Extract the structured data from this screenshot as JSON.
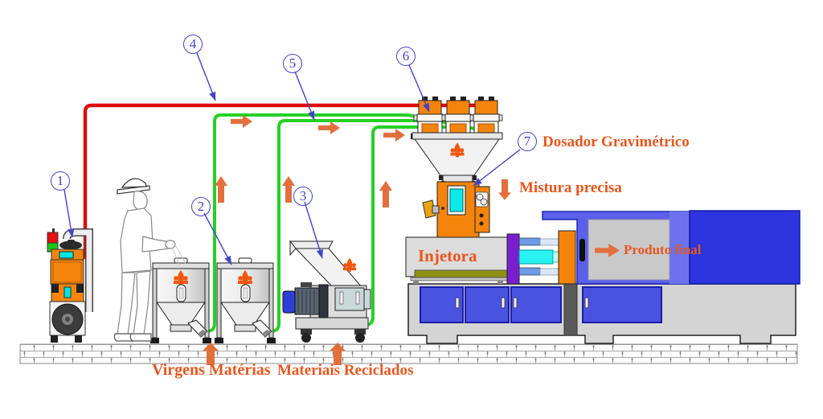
{
  "diagram": {
    "callouts": [
      "1",
      "2",
      "3",
      "4",
      "5",
      "6",
      "7"
    ],
    "labels": {
      "dosador": "Dosador Gravimétrico",
      "mistura": "Mistura precisa",
      "injetora": "Injetora",
      "produto": "Produto final",
      "virgens": "Virgens Matérias",
      "reciclados": "Materiais Reciclados"
    },
    "colors": {
      "tube_red": "#DE0B0B",
      "tube_green": "#25D125",
      "machine_orange": "#F5840C",
      "label_text": "#E8561E",
      "flow_arrow": "#E2703C",
      "callout_blue": "#4543C6",
      "cabinet_blue": "#4A52E0",
      "clamp_blue": "#2E34DE",
      "guard_blue": "#5A60E8",
      "platen_purple": "#7A1FD0",
      "ram_cyan": "#2BF2F2",
      "display_cyan": "#00E5E5"
    }
  }
}
